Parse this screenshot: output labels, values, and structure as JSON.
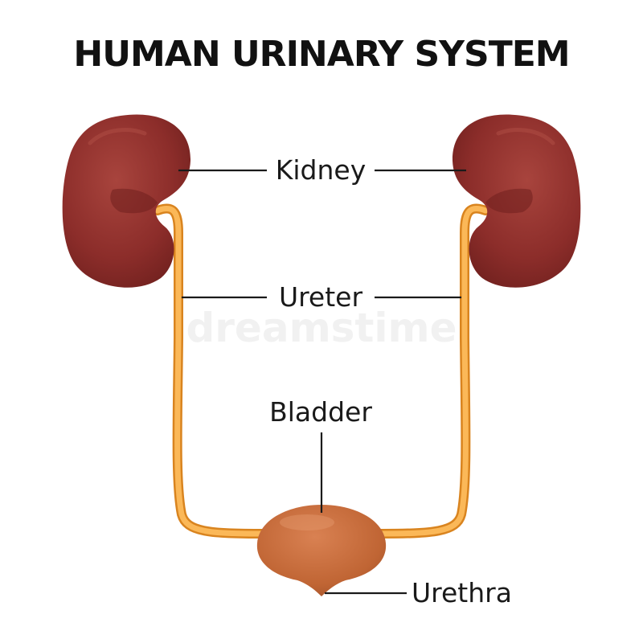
{
  "title": "HUMAN URINARY SYSTEM",
  "watermark": "dreamstime",
  "labels": {
    "kidney": "Kidney",
    "ureter": "Ureter",
    "bladder": "Bladder",
    "urethra": "Urethra"
  },
  "colors": {
    "kidney": "#8e2f2b",
    "ureter": "#f3a43e",
    "bladder": "#c76a3a",
    "text": "#111111"
  }
}
